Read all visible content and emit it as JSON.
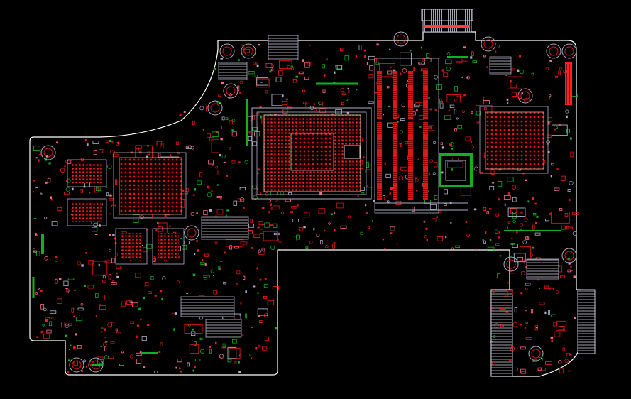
{
  "viewer": {
    "background": "#000000"
  },
  "colors": {
    "outline": "#ffffff",
    "component": "#e01515",
    "component_dense": "#ff2020",
    "silk": "#b0b0c8",
    "trace_green": "#10b020",
    "pad_pink": "#ff6a8a",
    "tan": "#c8b090"
  },
  "board": {
    "description_hidden": ""
  },
  "parts": {
    "cpu_socket": "cpu-socket",
    "chipset_gpu": "gpu-bga",
    "southbridge": "southbridge-bga",
    "dimm_slots": "dimm-slots",
    "vram_chips": "vram-chips",
    "top_connector": "top-connector",
    "right_connector": "right-connector",
    "mounting_holes": "mounting-holes"
  }
}
